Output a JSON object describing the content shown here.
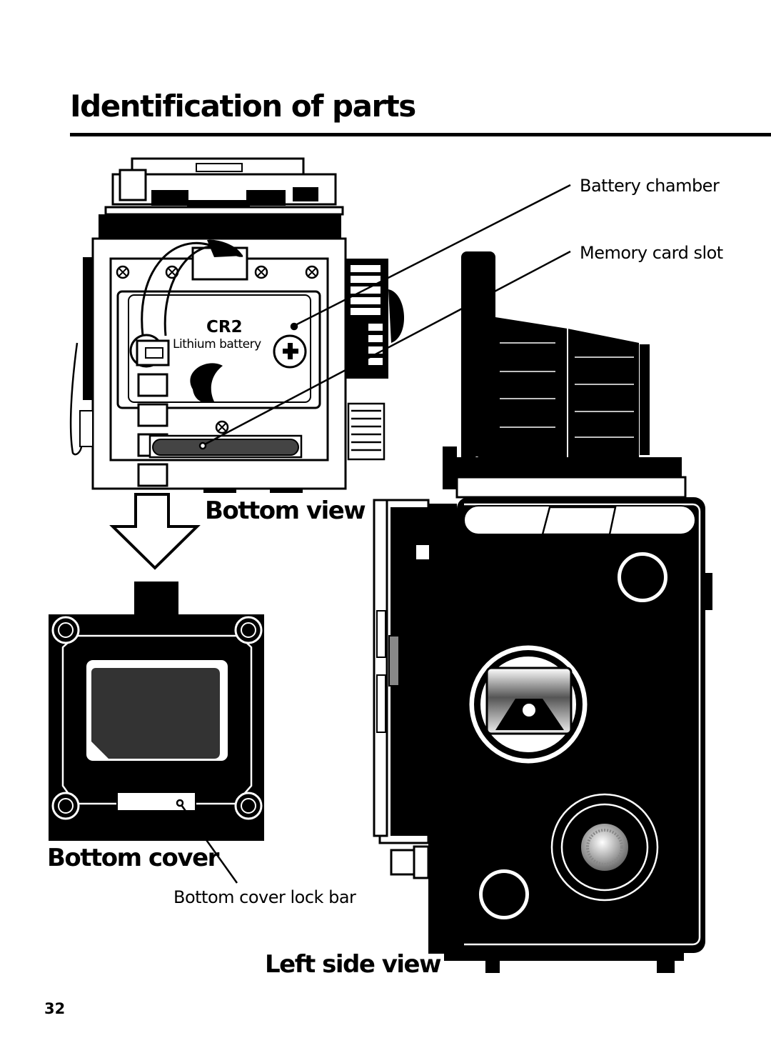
{
  "page": {
    "title": "Identification of parts",
    "page_number": "32"
  },
  "callouts": {
    "battery_chamber": "Battery chamber",
    "memory_card_slot": "Memory card slot",
    "bottom_cover_lock_bar": "Bottom cover lock bar"
  },
  "battery": {
    "model": "CR2",
    "type": "Lithium battery"
  },
  "view_labels": {
    "bottom_view": "Bottom view",
    "bottom_cover": "Bottom cover",
    "left_side_view": "Left side view"
  }
}
